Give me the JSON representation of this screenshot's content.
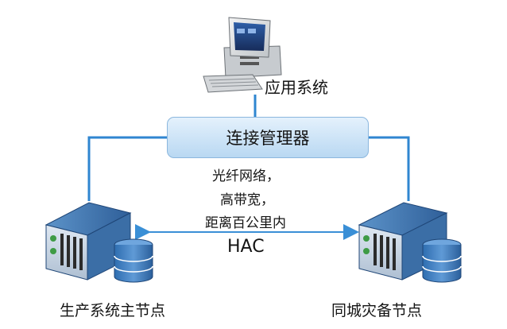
{
  "nodes": {
    "application": {
      "label": "应用系统",
      "icon": "desktop-computer-icon"
    },
    "connection_manager": {
      "label": "连接管理器"
    },
    "production": {
      "label": "生产系统主节点",
      "icon": "server-with-storage-icon"
    },
    "disaster_recovery": {
      "label": "同城灾备节点",
      "icon": "server-with-storage-icon"
    }
  },
  "link": {
    "line1": "光纤网络，",
    "line2": "高带宽，",
    "line3": "距离百公里内",
    "protocol": "HAC"
  },
  "colors": {
    "connector": "#2f86d0",
    "manager_fill": "#cfe5f8",
    "arrow": "#3a8fd6",
    "server_blue": "#3d78b5"
  }
}
